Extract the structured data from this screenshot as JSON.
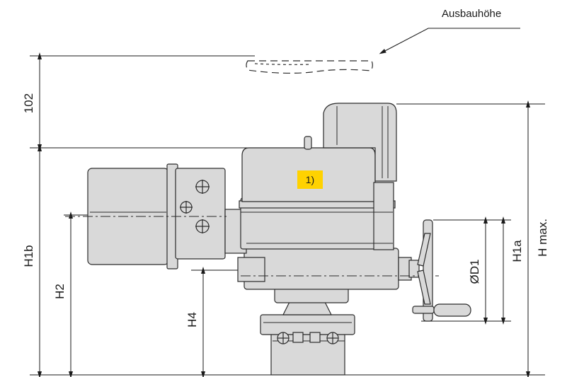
{
  "labels": {
    "removal_height": "Ausbauhöhe",
    "dim_102": "102",
    "dim_h1b": "H1b",
    "dim_h2": "H2",
    "dim_h4": "H4",
    "dim_od1": "ØD1",
    "dim_h1a": "H1a",
    "dim_hmax": "H max.",
    "note_marker": "1)"
  },
  "colors": {
    "body_fill": "#d9d9d9",
    "outline": "#2b2b2b",
    "line": "#1a1a1a",
    "badge": "#ffd200"
  }
}
